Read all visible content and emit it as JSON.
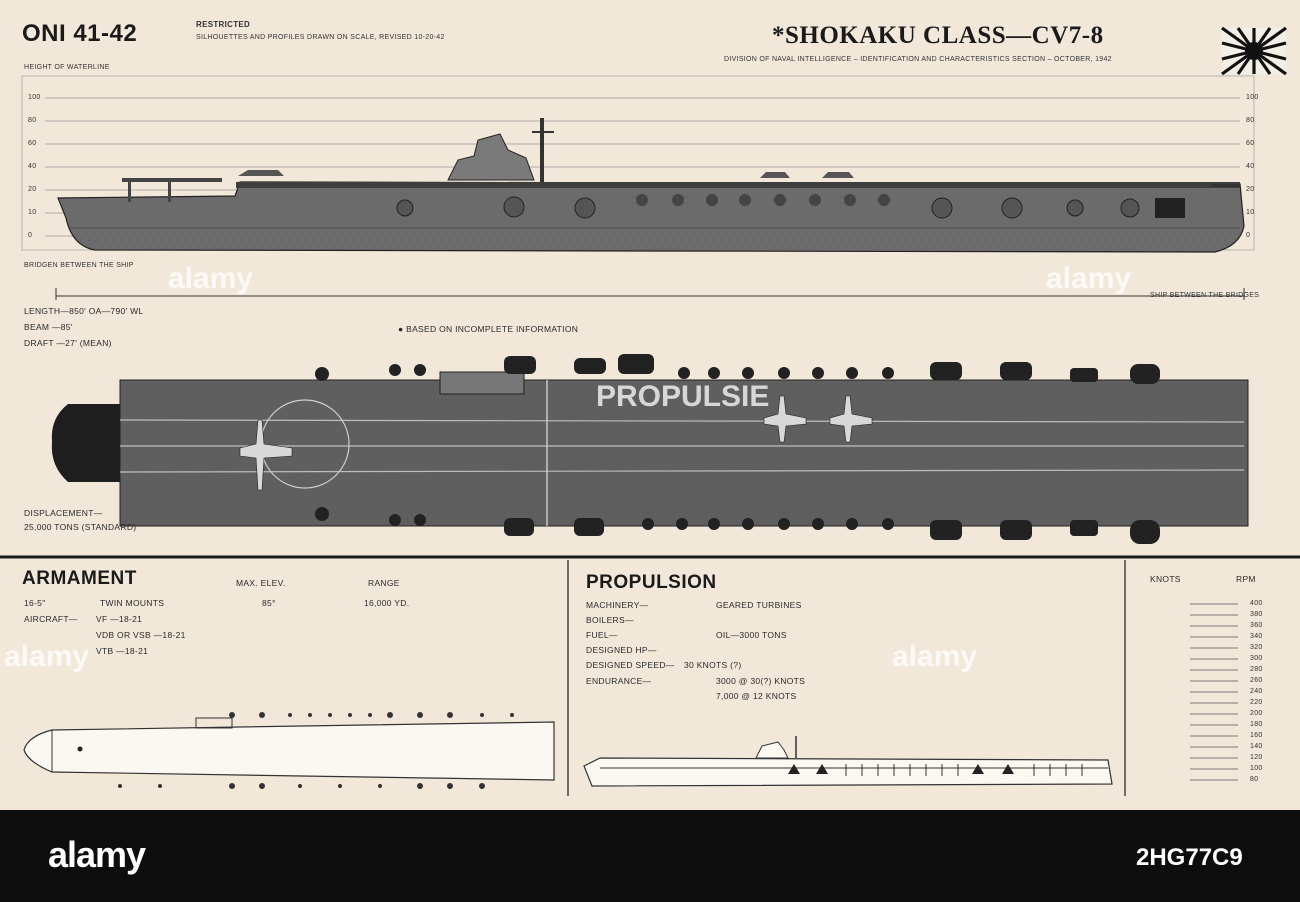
{
  "header": {
    "series": "ONI 41-42",
    "restricted": "RESTRICTED",
    "sub_left": "SILHOUETTES AND PROFILES DRAWN ON SCALE, REVISED 10-20-42",
    "title": "*SHOKAKU CLASS—CV7-8",
    "sub_right": "DIVISION OF NAVAL INTELLIGENCE – IDENTIFICATION AND CHARACTERISTICS SECTION – OCTOBER, 1942",
    "height_label": "HEIGHT OF WATERLINE"
  },
  "profile": {
    "scale_left": [
      "100",
      "80",
      "60",
      "40",
      "20",
      "10",
      "0"
    ],
    "scale_right": [
      "100",
      "80",
      "60",
      "40",
      "20",
      "10",
      "0"
    ],
    "left_caption": "BRIDGEN BETWEEN THE SHIP",
    "right_caption": "SHIP BETWEEN THE BRIDGES"
  },
  "dimensions": {
    "length": "LENGTH—850' OA—790' WL",
    "beam": "BEAM —85'",
    "draft": "DRAFT —27' (MEAN)",
    "note": "● BASED ON INCOMPLETE INFORMATION",
    "displacement": "DISPLACEMENT—",
    "displacement_value": "25,000 TONS (STANDARD)"
  },
  "armament": {
    "heading": "ARMAMENT",
    "col_elev": "MAX. ELEV.",
    "col_range": "RANGE",
    "rows": [
      {
        "a": "16-5\"",
        "b": "TWIN MOUNTS",
        "c": "85°",
        "d": "16,000 YD."
      },
      {
        "a": "AIRCRAFT—",
        "b": "VF —18-21",
        "c": "",
        "d": ""
      },
      {
        "a": "",
        "b": "VDB OR VSB —18-21",
        "c": "",
        "d": ""
      },
      {
        "a": "",
        "b": "VTB —18-21",
        "c": "",
        "d": ""
      }
    ]
  },
  "propulsion": {
    "heading": "PROPULSION",
    "rows": [
      {
        "label": "MACHINERY—",
        "value": "GEARED TURBINES"
      },
      {
        "label": "BOILERS—",
        "value": ""
      },
      {
        "label": "FUEL—",
        "value": "OIL—3000 TONS"
      },
      {
        "label": "DESIGNED HP—",
        "value": ""
      },
      {
        "label": "DESIGNED SPEED—",
        "value": "30 KNOTS (?)"
      },
      {
        "label": "ENDURANCE—",
        "value": "3000 @ 30(?) KNOTS"
      },
      {
        "label": "",
        "value": "7,000 @ 12 KNOTS"
      }
    ]
  },
  "speed_table": {
    "knots_label": "KNOTS",
    "rpm_label": "RPM",
    "rpm_values": [
      "400",
      "380",
      "360",
      "340",
      "320",
      "300",
      "280",
      "260",
      "240",
      "220",
      "200",
      "180",
      "160",
      "140",
      "120",
      "100",
      "80"
    ]
  },
  "watermarks": {
    "brand": "alamy",
    "center": "PROPULSIE",
    "footer_brand": "alamy",
    "image_id": "2HG77C9"
  },
  "colors": {
    "paper": "#f1e8d9",
    "hull": "#6b6b6b",
    "deck": "#5a5a5a",
    "ink": "#1a1a1a"
  }
}
